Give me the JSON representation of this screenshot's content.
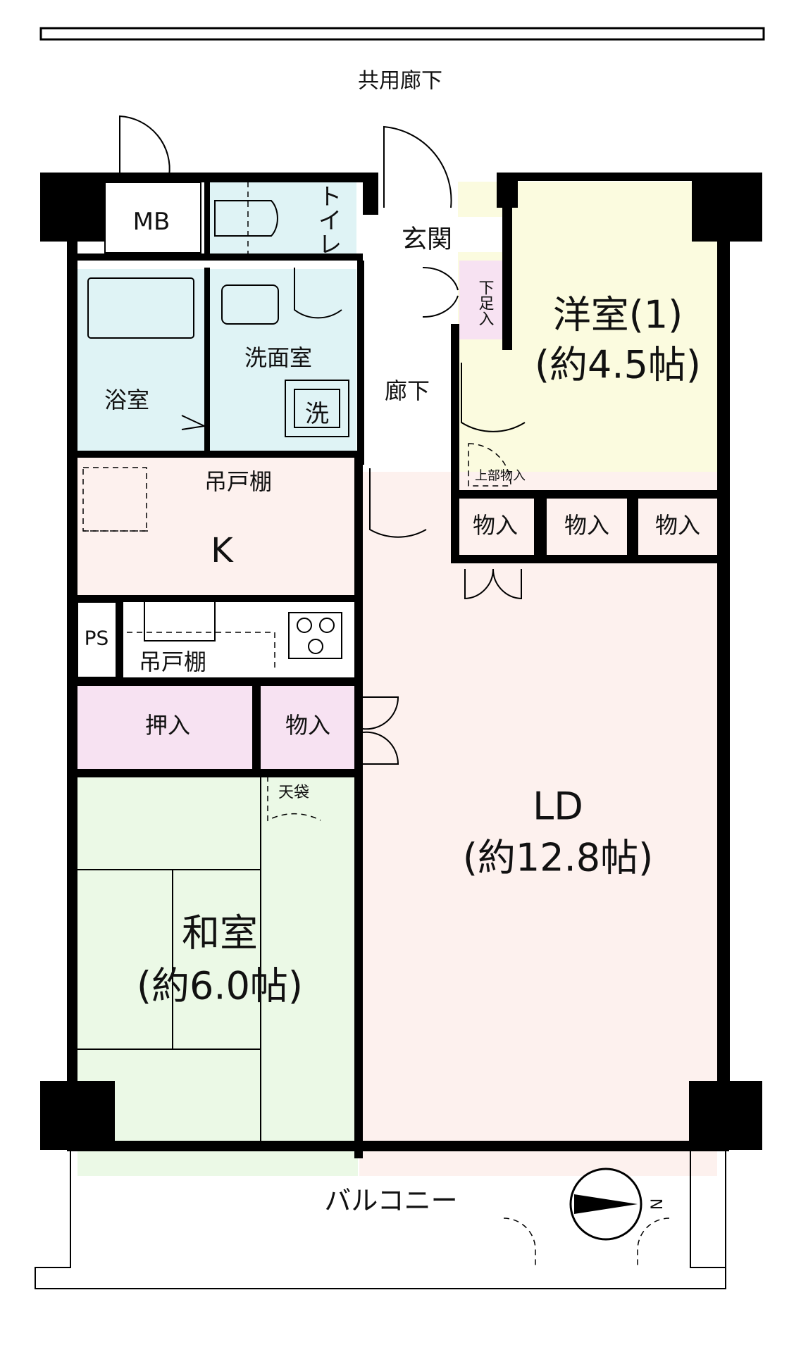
{
  "labels": {
    "corridor": "共用廊下",
    "mb": "MB",
    "toilet": "トイレ",
    "entrance": "玄関",
    "shoe_storage": "下足入",
    "western_room_name": "洋室(1)",
    "western_room_size": "(約4.5帖)",
    "washroom": "洗面室",
    "wash_machine": "洗",
    "bathroom": "浴室",
    "hallway": "廊下",
    "upper_storage": "上部物入",
    "hanging_shelf_top": "吊戸棚",
    "kitchen": "K",
    "storage_1": "物入",
    "storage_2": "物入",
    "storage_3": "物入",
    "ps": "PS",
    "hanging_shelf_bottom": "吊戸棚",
    "oshiire": "押入",
    "storage_4": "物入",
    "tenbukuro": "天袋",
    "ld_name": "LD",
    "ld_size": "(約12.8帖)",
    "japanese_room_name": "和室",
    "japanese_room_size": "(約6.0帖)",
    "balcony": "バルコニー",
    "north": "N"
  },
  "colors": {
    "wall": "#000000",
    "wet_area": "#dff3f5",
    "western_room": "#fbfbdf",
    "storage": "#f7e2f2",
    "kitchen_ld": "#fdf1ee",
    "japanese_room": "#ebf9e6",
    "neutral": "#ffffff"
  }
}
